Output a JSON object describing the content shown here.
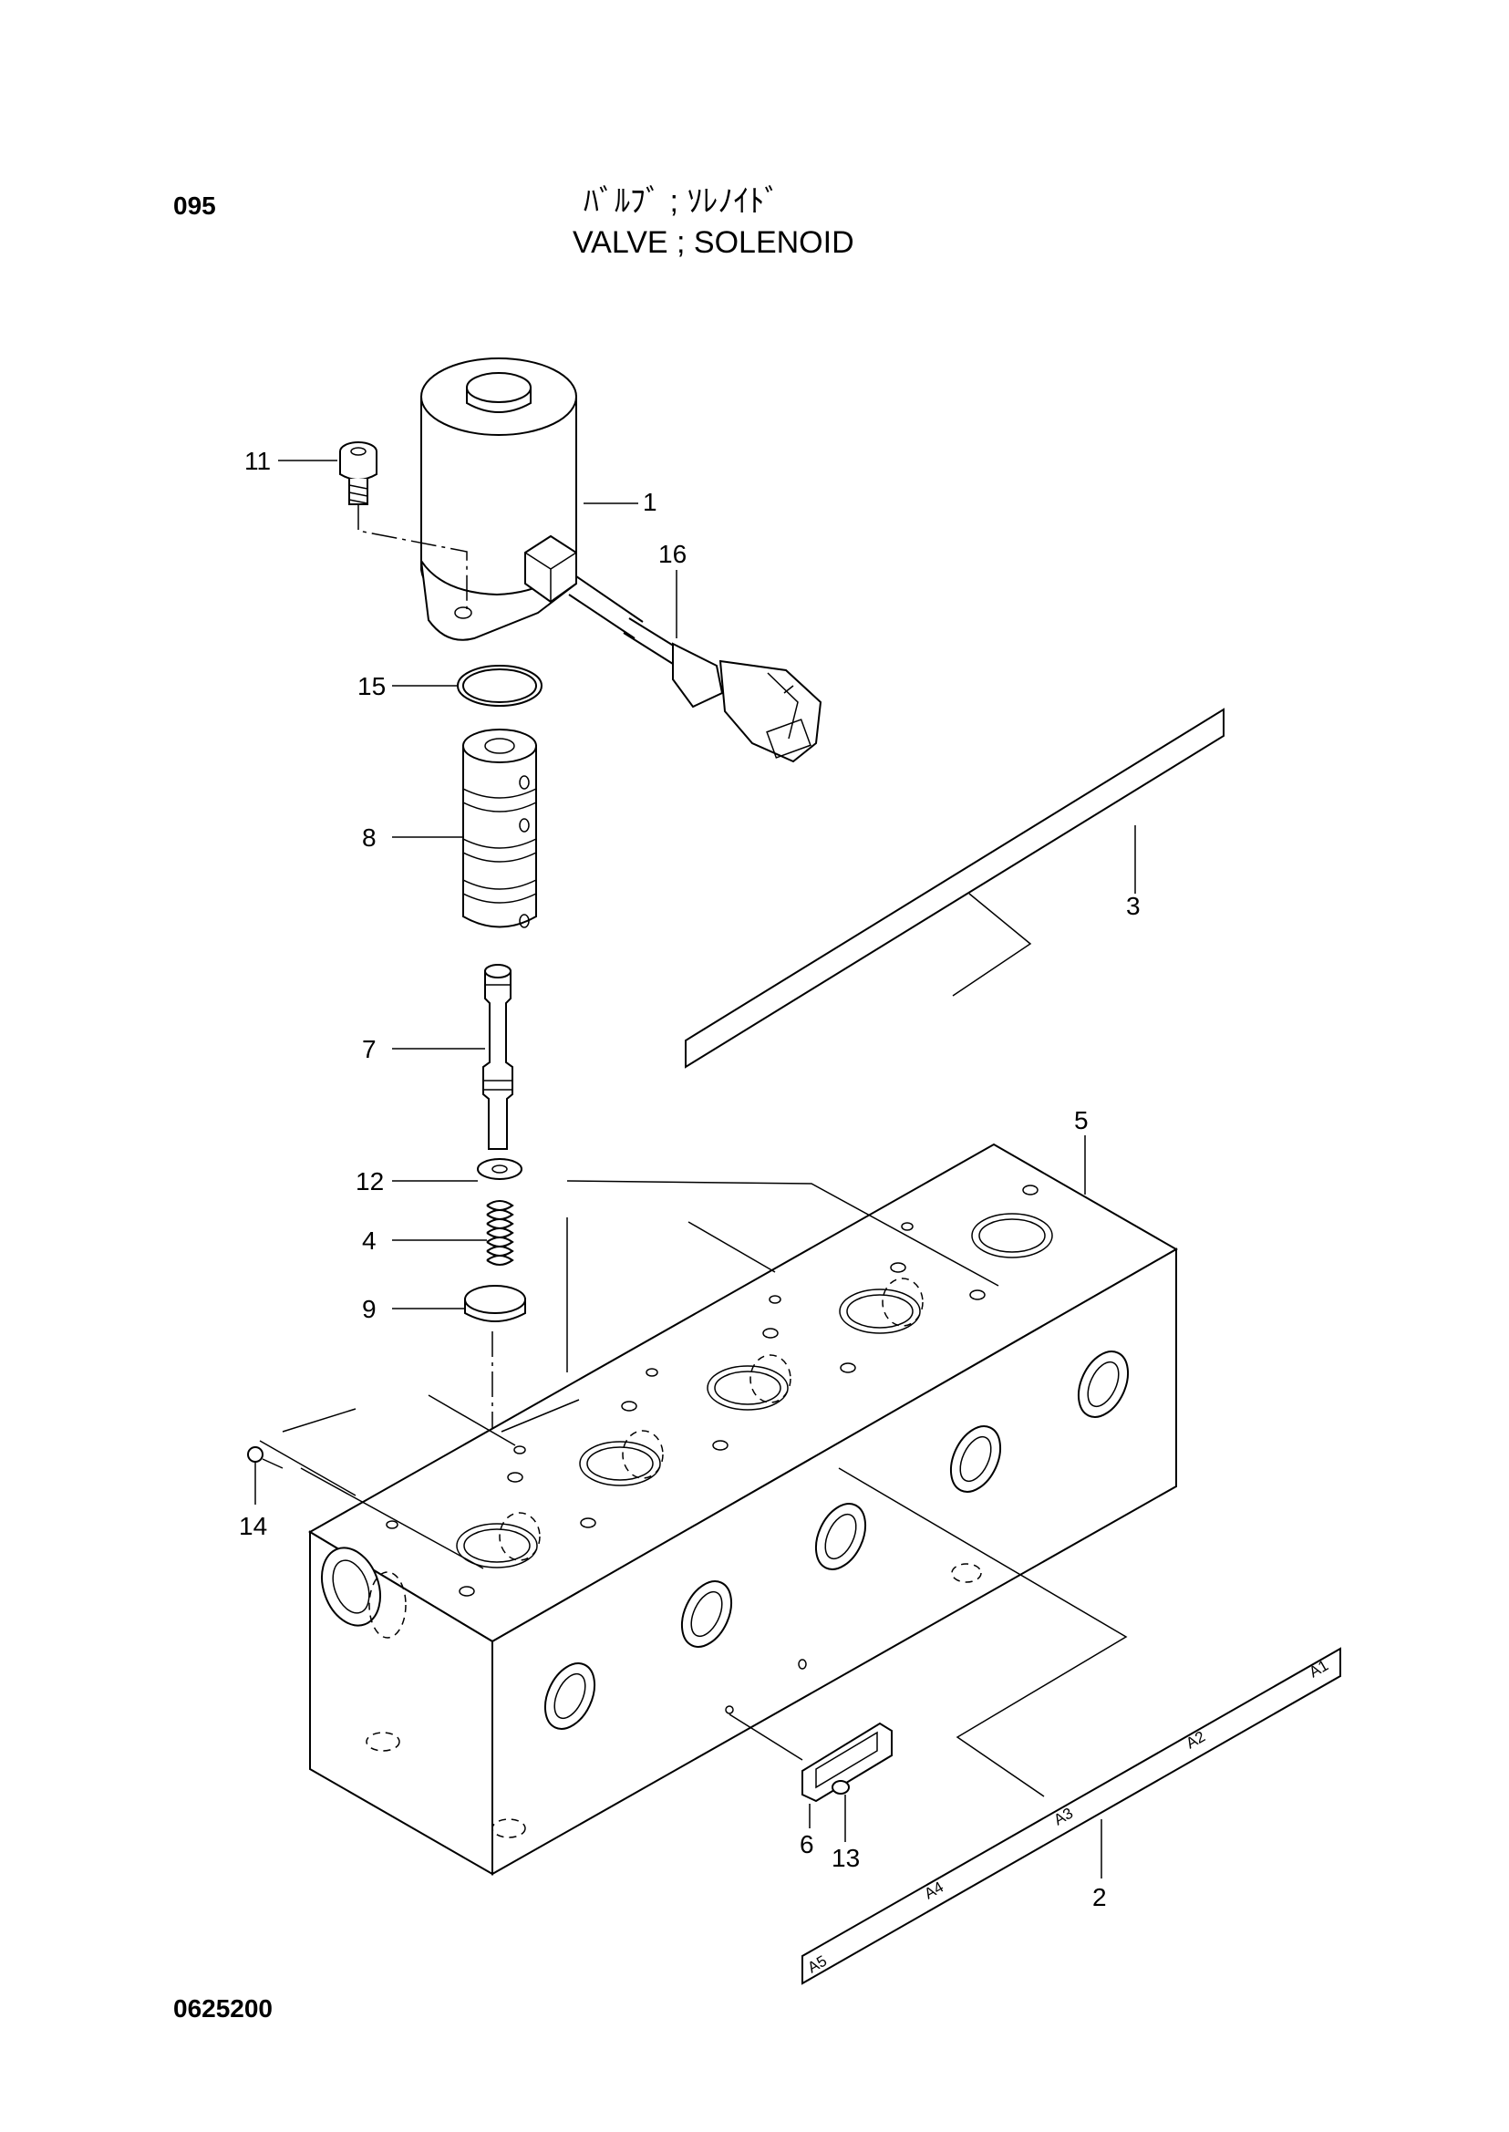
{
  "header": {
    "page_number": "095",
    "title_jp": "ﾊﾞﾙﾌﾞ ; ｿﾚﾉｲﾄﾞ",
    "title_en": "VALVE ; SOLENOID"
  },
  "footer": {
    "drawing_number": "0625200"
  },
  "callouts": [
    "1",
    "2",
    "3",
    "4",
    "5",
    "6",
    "7",
    "8",
    "9",
    "11",
    "12",
    "13",
    "14",
    "15",
    "16"
  ],
  "port_labels": [
    "A1",
    "A2",
    "A3",
    "A4",
    "A5"
  ]
}
